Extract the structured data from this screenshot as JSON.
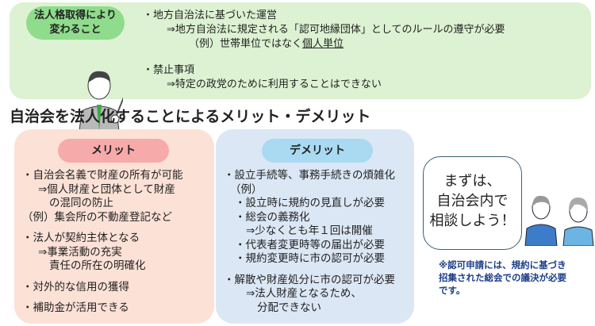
{
  "top": {
    "pill": [
      "法人格取得により",
      "変わること"
    ],
    "lines": [
      "・地方自治法に基づいた運営",
      "⇒地方自治法に規定される「認可地縁団体」としてのルールの遵守が必要",
      "（例）世帯単位ではなく",
      "個人単位",
      "・禁止事項",
      "⇒特定の政党のために利用することはできない"
    ]
  },
  "title": "自治会を法人化することによるメリット・デメリット",
  "merit": {
    "heading": "メリット",
    "lines": [
      "・自治会名義で財産の所有が可能",
      "⇒個人財産と団体として財産",
      "の混同の防止",
      "（例）集会所の不動産登記など",
      "・法人が契約主体となる",
      "⇒事業活動の充実",
      "責任の所在の明確化",
      "・対外的な信用の獲得",
      "・補助金が活用できる"
    ]
  },
  "demerit": {
    "heading": "デメリット",
    "lines": [
      "・設立手続等、事務手続きの煩雑化",
      "（例）",
      "・設立時に規約の見直しが必要",
      "・総会の義務化",
      "⇒少なくとも年１回は開催",
      "・代表者変更時等の届出が必要",
      "・規約変更時に市の認可が必要",
      "・解散や財産処分に市の認可が必要",
      "⇒法人財産となるため、",
      "分配できない"
    ]
  },
  "bubble": [
    "まずは、",
    "自治会内で",
    "相談しよう！"
  ],
  "note": [
    "※認可申請には、規約に基づき",
    "招集された総会での議決が必要",
    "です。"
  ],
  "colors": {
    "green_bg": "#dcf2d2",
    "merit_bg": "#fce1d6",
    "demerit_bg": "#dbe7f5",
    "note": "#1d3f8a"
  }
}
